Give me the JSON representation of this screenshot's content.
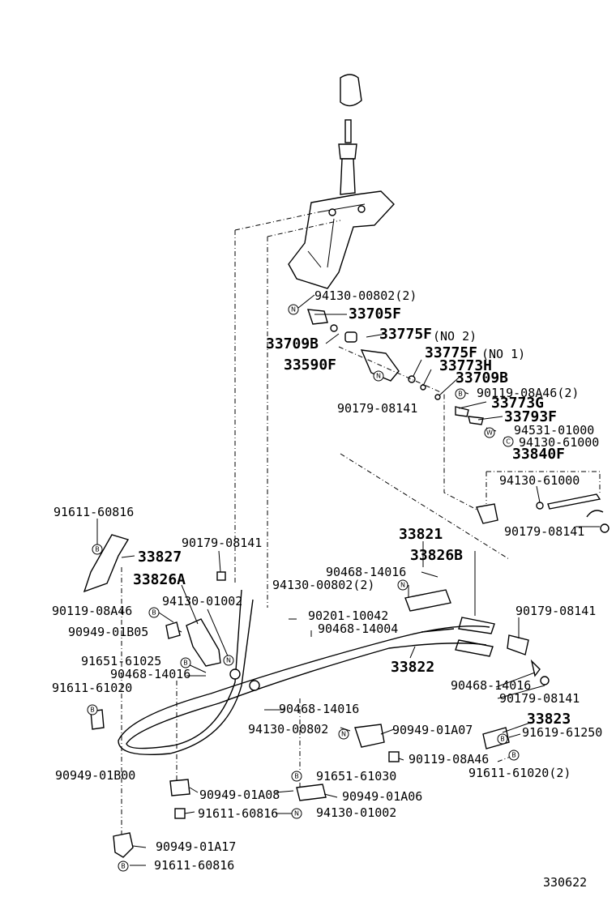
{
  "diagram": {
    "code": "330622",
    "labels": {
      "p94130_00802_2": "94130-00802(2)",
      "p33705F": "33705F",
      "p33709B_a": "33709B",
      "p33775F": "33775F",
      "no2": "(NO 2)",
      "p33775F_b": "33775F",
      "no1": "(NO 1)",
      "p33590F": "33590F",
      "p33773H": "33773H",
      "p33709B_b": "33709B",
      "p90119_08A46_2": "90119-08A46(2)",
      "p90179_08141_a": "90179-08141",
      "p33773G": "33773G",
      "p33793F": "33793F",
      "p94531_01000": "94531-01000",
      "p94130_61000_a": "94130-61000",
      "p33840F": "33840F",
      "p94130_61000_b": "94130-61000",
      "p90179_08141_b": "90179-08141",
      "p91611_60816_a": "91611-60816",
      "p33827": "33827",
      "p90179_08141_c": "90179-08141",
      "p33821": "33821",
      "p90468_14016_a": "90468-14016",
      "p33826B": "33826B",
      "p94130_00802_2b": "94130-00802(2)",
      "p33826A": "33826A",
      "p94130_01002_a": "94130-01002",
      "p90119_08A46_a": "90119-08A46",
      "p90201_10042": "90201-10042",
      "p90468_14004": "90468-14004",
      "p90179_08141_d": "90179-08141",
      "p90949_01B05": "90949-01B05",
      "p91651_61025": "91651-61025",
      "p33822": "33822",
      "p90468_14016_b": "90468-14016",
      "p91611_61020": "91611-61020",
      "p90468_14016_c": "90468-14016",
      "p90179_08141_e": "90179-08141",
      "p90468_14016_d": "90468-14016",
      "p33823": "33823",
      "p94130_00802": "94130-00802",
      "p90949_01A07": "90949-01A07",
      "p91619_61250": "91619-61250",
      "p90949_01B00": "90949-01B00",
      "p90119_08A46_b": "90119-08A46",
      "p91611_61020_2": "91611-61020(2)",
      "p91651_61030": "91651-61030",
      "p90949_01A08": "90949-01A08",
      "p90949_01A06": "90949-01A06",
      "p91611_60816_b": "91611-60816",
      "p94130_01002_b": "94130-01002",
      "p90949_01A17": "90949-01A17",
      "p91611_60816_c": "91611-60816"
    },
    "symbols": {
      "N": "N",
      "B": "B",
      "W": "W",
      "C": "C"
    }
  }
}
